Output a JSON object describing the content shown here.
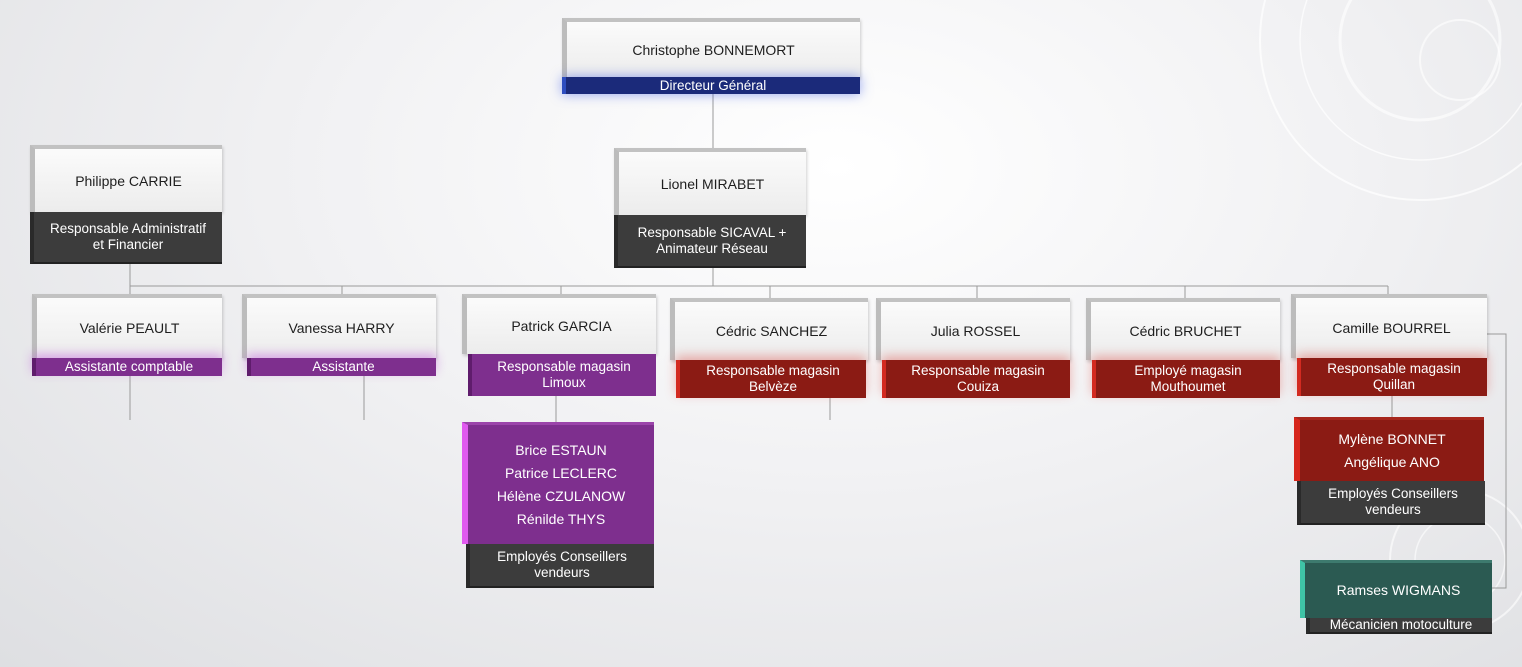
{
  "ceo": {
    "name": "Christophe BONNEMORT",
    "role": "Directeur Général"
  },
  "manager": {
    "name": "Lionel MIRABET",
    "role_line1": "Responsable SICAVAL +",
    "role_line2": "Animateur Réseau"
  },
  "admin": {
    "name": "Philippe CARRIE",
    "role_line1": "Responsable Administratif",
    "role_line2": "et Financier"
  },
  "staff": [
    {
      "name": "Valérie PEAULT",
      "role_line1": "Assistante comptable",
      "role_line2": ""
    },
    {
      "name": "Vanessa HARRY",
      "role_line1": "Assistante",
      "role_line2": ""
    },
    {
      "name": "Patrick GARCIA",
      "role_line1": "Responsable magasin",
      "role_line2": "Limoux"
    },
    {
      "name": "Cédric SANCHEZ",
      "role_line1": "Responsable magasin",
      "role_line2": "Belvèze"
    },
    {
      "name": "Julia ROSSEL",
      "role_line1": "Responsable magasin",
      "role_line2": "Couiza"
    },
    {
      "name": "Cédric BRUCHET",
      "role_line1": "Employé magasin",
      "role_line2": "Mouthoumet"
    },
    {
      "name": "Camille BOURREL",
      "role_line1": "Responsable magasin",
      "role_line2": "Quillan"
    }
  ],
  "limoux_team": {
    "members": [
      "Brice ESTAUN",
      "Patrice LECLERC",
      "Hélène CZULANOW",
      "Rénilde THYS"
    ],
    "label_line1": "Employés Conseillers",
    "label_line2": "vendeurs"
  },
  "quillan_team": {
    "members": [
      "Mylène BONNET",
      "Angélique ANO"
    ],
    "label_line1": "Employés Conseillers",
    "label_line2": "vendeurs"
  },
  "mechanic": {
    "name": "Ramses WIGMANS",
    "role": "Mécanicien motoculture"
  },
  "colors": {
    "purple": "#7e2f8e",
    "red": "#8b1b14",
    "dark": "#3c3c3c",
    "navy": "#1b2a7a",
    "teal": "#2b5a52"
  }
}
